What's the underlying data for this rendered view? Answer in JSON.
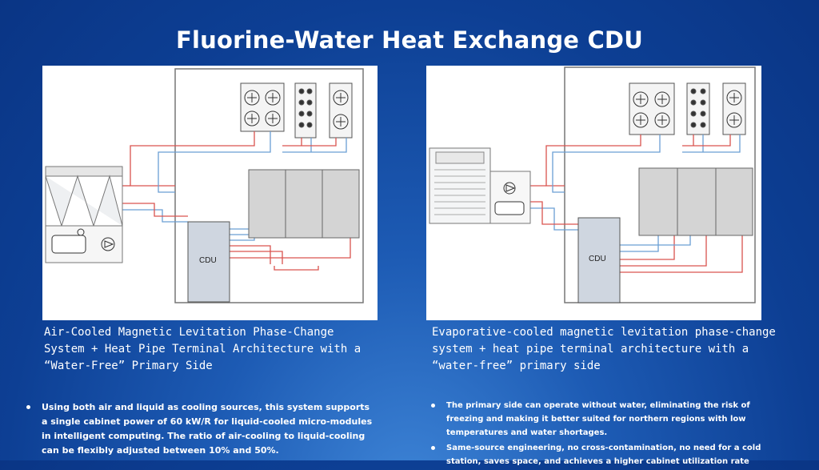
{
  "title": "Fluorine-Water Heat Exchange CDU",
  "left": {
    "cdu_label": "CDU",
    "caption": "Air-Cooled Magnetic Levitation Phase-Change System + Heat Pipe Terminal Architecture with a “Water-Free” Primary Side",
    "bullets": [
      "Using both air and liquid as cooling sources, this system supports a single cabinet power of 60 kW/R for liquid-cooled micro-modules in intelligent computing. The ratio of air-cooling to liquid-cooling can be flexibly adjusted between 10% and 50%."
    ]
  },
  "right": {
    "cdu_label": "CDU",
    "caption": "Evaporative-cooled magnetic levitation phase-change system + heat pipe terminal architecture with a “water-free” primary side",
    "bullets": [
      "The primary side can operate without water, eliminating the risk of freezing and making it better suited for northern regions with low temperatures and water shortages.",
      "Same-source engineering, no cross-contamination, no need for a cold station, saves space, and achieves a higher cabinet utilization rate"
    ]
  },
  "colors": {
    "supply_pipe": "#d9534f",
    "return_pipe": "#6a9fd4",
    "rack_fill": "#d4d4d4",
    "cdu_fill": "#cfd6e0"
  }
}
